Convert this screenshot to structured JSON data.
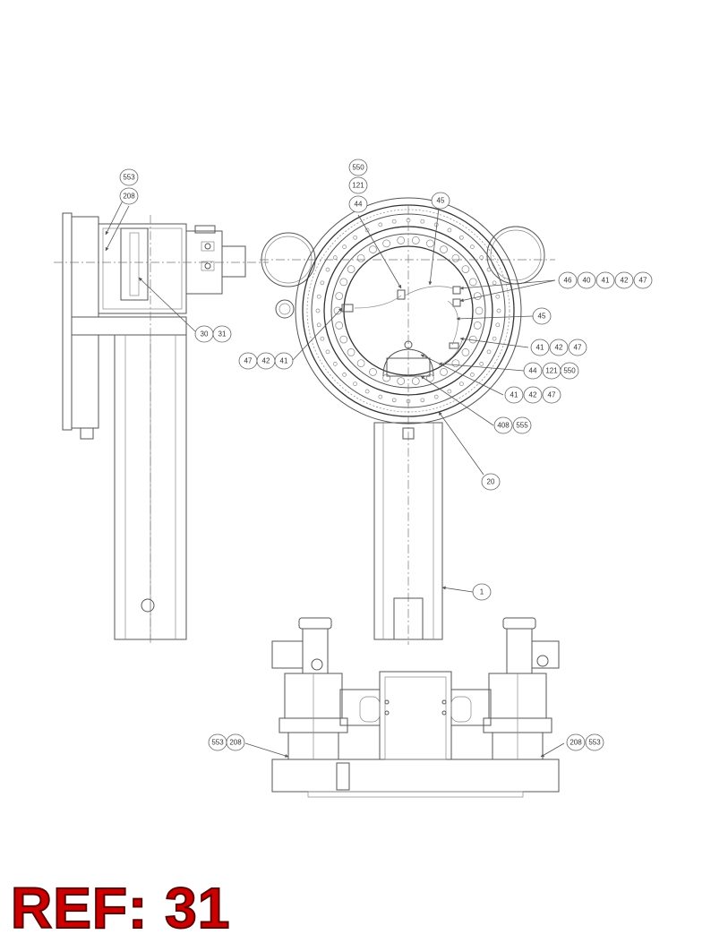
{
  "reference": {
    "label": "REF: 31",
    "color": "#cc0000"
  },
  "callouts": {
    "side_view": [
      "553",
      "208",
      "30",
      "31"
    ],
    "front_view": [
      "550",
      "121",
      "44",
      "45",
      "46",
      "40",
      "41",
      "42",
      "47",
      "45",
      "41",
      "42",
      "47",
      "44",
      "121",
      "550",
      "41",
      "42",
      "47",
      "408",
      "555",
      "20",
      "1",
      "47",
      "42",
      "41"
    ],
    "bottom_view": [
      "553",
      "208",
      "208",
      "553"
    ]
  }
}
